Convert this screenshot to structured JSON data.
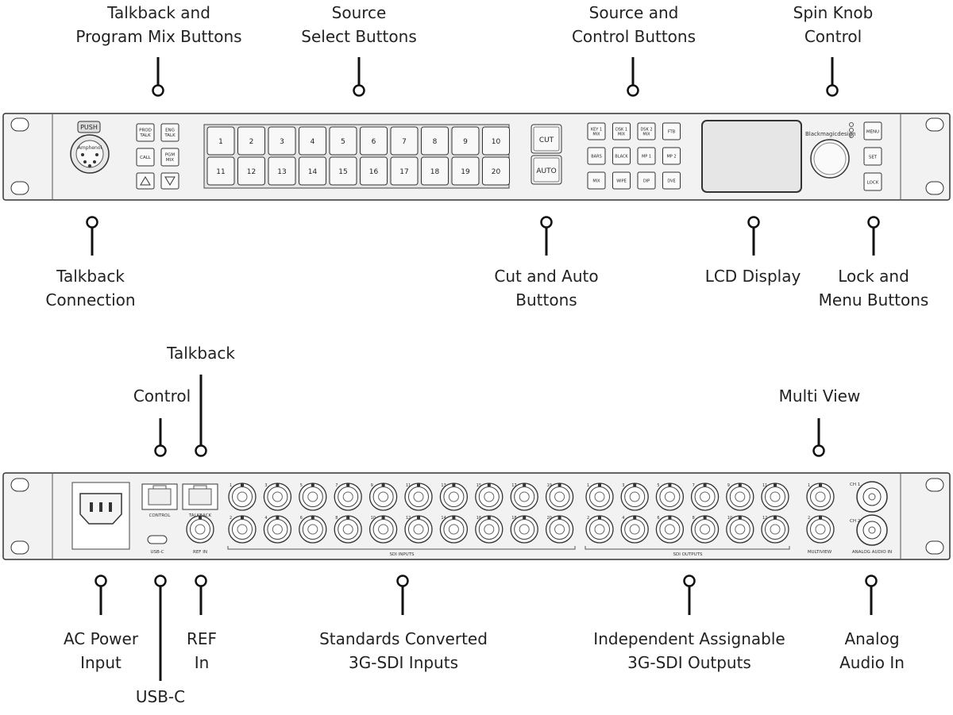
{
  "callouts": {
    "talkback_program_mix": [
      "Talkback and",
      "Program Mix Buttons"
    ],
    "source_select": [
      "Source",
      "Select Buttons"
    ],
    "source_control": [
      "Source and",
      "Control  Buttons"
    ],
    "spin_knob": [
      "Spin Knob",
      "Control"
    ],
    "talkback_connection": [
      "Talkback",
      "Connection"
    ],
    "cut_auto": [
      "Cut and Auto",
      "Buttons"
    ],
    "lcd_display": [
      "LCD Display"
    ],
    "lock_menu": [
      "Lock and",
      "Menu Buttons"
    ],
    "talkback_rear": [
      "Talkback"
    ],
    "control_rear": [
      "Control"
    ],
    "multi_view": [
      "Multi View"
    ],
    "ac_power": [
      "AC Power",
      "Input"
    ],
    "usb_c": [
      "USB-C"
    ],
    "ref_in": [
      "REF",
      "In"
    ],
    "sdi_inputs": [
      "Standards Converted",
      "3G-SDI Inputs"
    ],
    "sdi_outputs": [
      "Independent Assignable",
      "3G-SDI Outputs"
    ],
    "analog_audio": [
      "Analog",
      "Audio In"
    ]
  },
  "front_panel": {
    "xlr_top": "PUSH",
    "xlr_brand": "Amphenol",
    "talkback_buttons": [
      "PROD TALK",
      "ENG TALK",
      "CALL",
      "PGM MIX"
    ],
    "source_buttons": [
      "1",
      "2",
      "3",
      "4",
      "5",
      "6",
      "7",
      "8",
      "9",
      "10",
      "11",
      "12",
      "13",
      "14",
      "15",
      "16",
      "17",
      "18",
      "19",
      "20"
    ],
    "transition_buttons": [
      "CUT",
      "AUTO"
    ],
    "control_buttons": [
      "KEY 1 MIX",
      "DSK 1 MIX",
      "DSK 2 MIX",
      "FTB",
      "BARS",
      "BLACK",
      "MP 1",
      "MP 2",
      "MIX",
      "WIPE",
      "DIP",
      "DVE"
    ],
    "brand": "Blackmagicdesign",
    "menu_buttons": [
      "MENU",
      "SET",
      "LOCK"
    ]
  },
  "rear_panel": {
    "port_labels": {
      "control": "CONTROL",
      "talkback": "TALKBACK",
      "usb_c": "USB-C",
      "ref_in": "REF IN",
      "sdi_inputs": "SDI INPUTS",
      "sdi_outputs": "SDI OUTPUTS",
      "multiview": "MULTIVIEW",
      "analog_audio": "ANALOG AUDIO IN",
      "ch1": "CH 1",
      "ch2": "CH 2"
    },
    "sdi_input_numbers_top": [
      "1",
      "3",
      "5",
      "7",
      "9",
      "11",
      "13",
      "15",
      "17",
      "19"
    ],
    "sdi_input_numbers_bottom": [
      "2",
      "4",
      "6",
      "8",
      "10",
      "12",
      "14",
      "16",
      "18",
      "20"
    ],
    "sdi_output_numbers_top": [
      "1",
      "3",
      "5",
      "7",
      "9",
      "11"
    ],
    "sdi_output_numbers_bottom": [
      "2",
      "4",
      "6",
      "8",
      "10",
      "12"
    ],
    "multiview_numbers": [
      "1",
      "2"
    ]
  }
}
